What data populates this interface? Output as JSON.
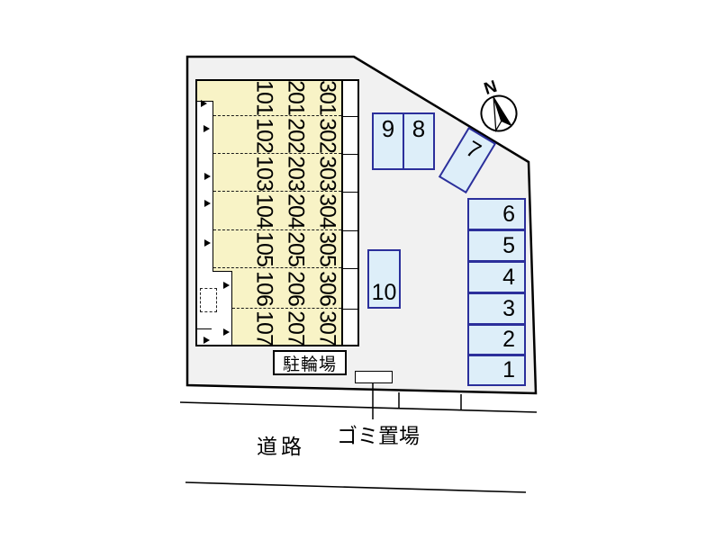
{
  "labels": {
    "bicycle_parking": "駐輪場",
    "garbage_area": "ゴミ置場",
    "road": "道路",
    "north": "N"
  },
  "building": {
    "rows": [
      [
        "101",
        "201",
        "301"
      ],
      [
        "102",
        "202",
        "302"
      ],
      [
        "103",
        "203",
        "303"
      ],
      [
        "104",
        "204",
        "304"
      ],
      [
        "105",
        "205",
        "305"
      ],
      [
        "106",
        "206",
        "306"
      ],
      [
        "107",
        "207",
        "307"
      ]
    ]
  },
  "parking": {
    "pair": [
      "9",
      "8"
    ],
    "angled": "7",
    "single": "10",
    "column": [
      "6",
      "5",
      "4",
      "3",
      "2",
      "1"
    ]
  },
  "colors": {
    "site_fill": "#f1f1f1",
    "building_fill": "#f8f3c6",
    "parking_fill": "#ddeef9",
    "parking_border": "#2b2f9b"
  }
}
